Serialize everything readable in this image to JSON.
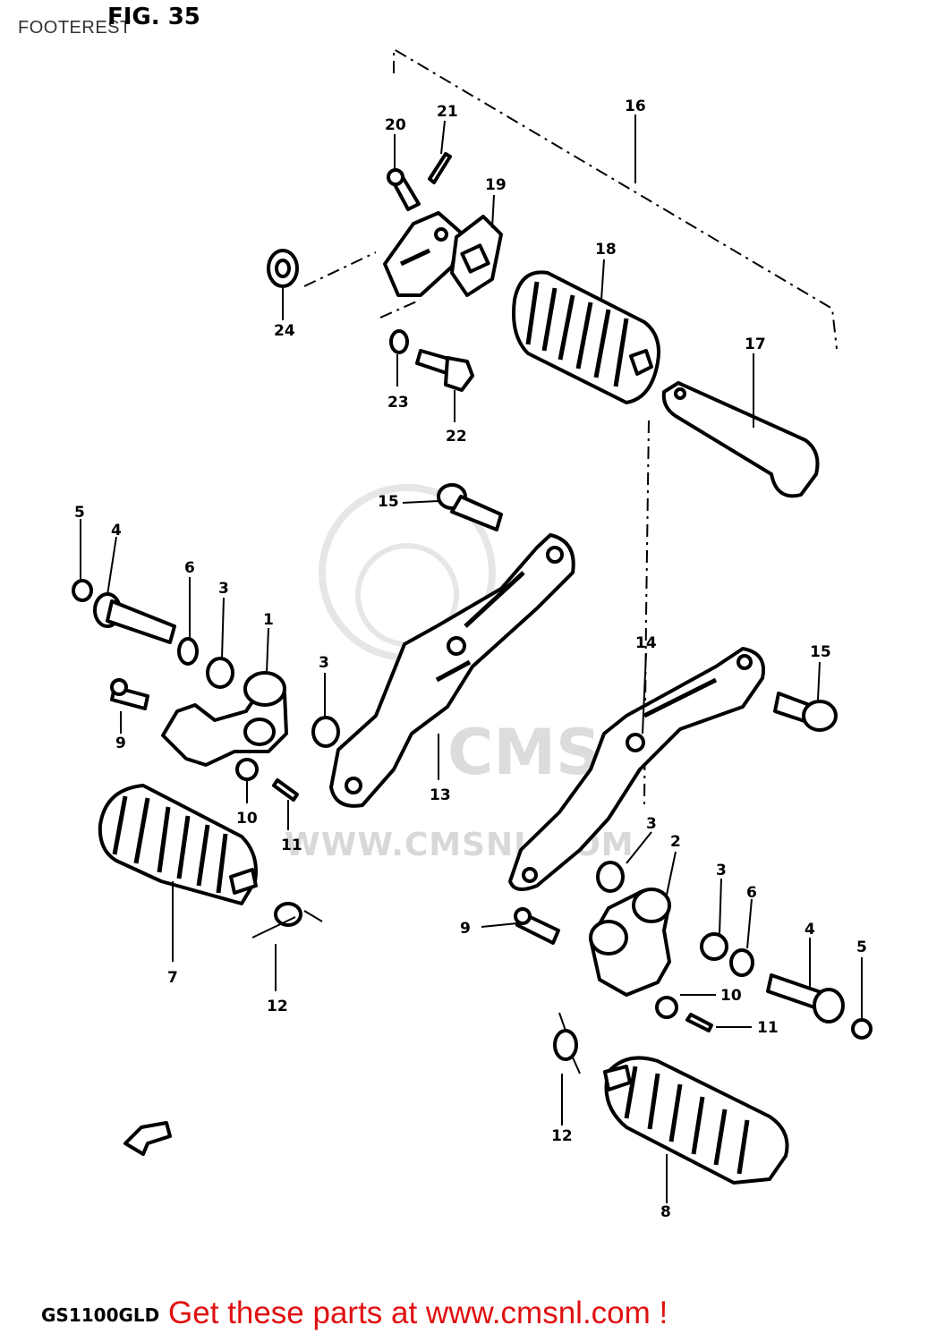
{
  "page": {
    "caption": "FOOTEREST",
    "figure_title": "FIG. 35",
    "model_code": "GS1100GLD",
    "promo_text": "Get these parts at www.cmsnl.com !",
    "watermark_url": "WWW.CMSNL.COM",
    "watermark_brand": "CMS"
  },
  "callouts": [
    "20",
    "21",
    "16",
    "19",
    "18",
    "24",
    "17",
    "23",
    "22",
    "15",
    "5",
    "4",
    "6",
    "3",
    "1",
    "3",
    "9",
    "10",
    "11",
    "7",
    "12",
    "13",
    "14",
    "15",
    "3",
    "2",
    "3",
    "6",
    "4",
    "5",
    "9",
    "10",
    "11",
    "12",
    "8"
  ],
  "colors": {
    "promo": "#e01010",
    "line": "#000000",
    "watermark": "#d8d8d8"
  }
}
